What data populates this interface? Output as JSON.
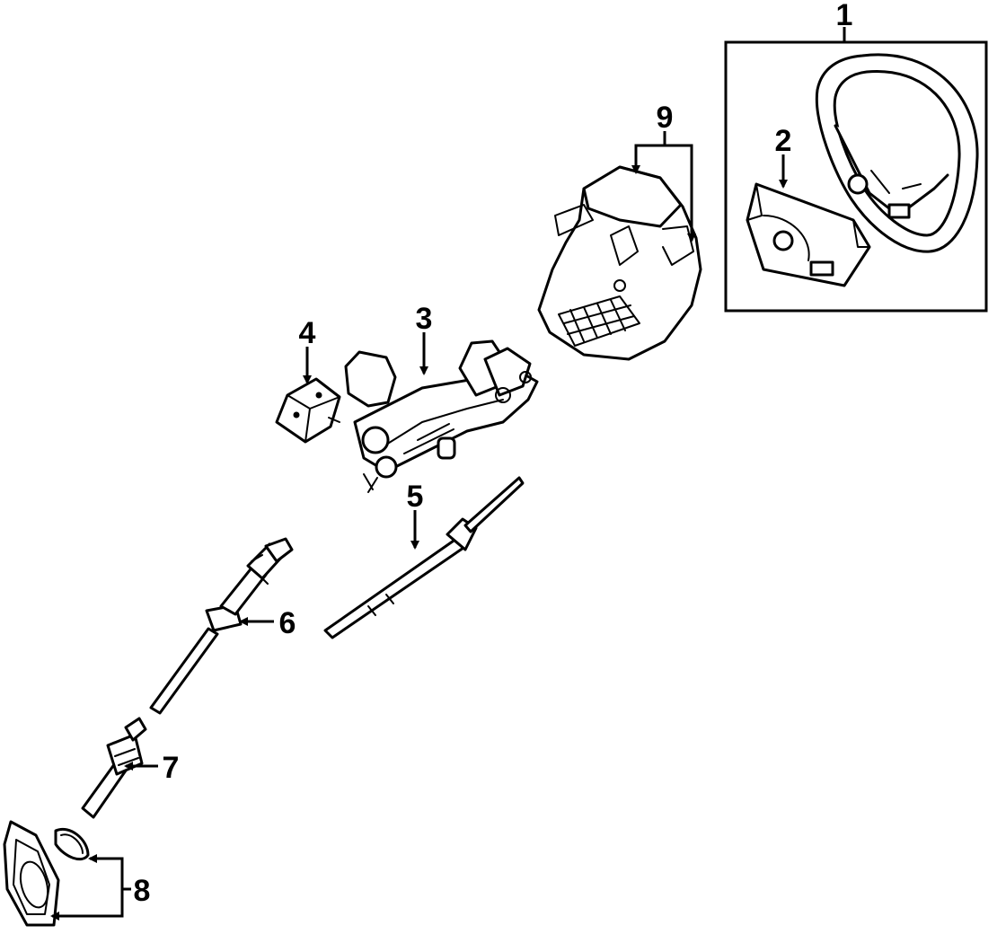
{
  "diagram": {
    "callouts": [
      {
        "id": "1",
        "label": "1"
      },
      {
        "id": "2",
        "label": "2"
      },
      {
        "id": "3",
        "label": "3"
      },
      {
        "id": "4",
        "label": "4"
      },
      {
        "id": "5",
        "label": "5"
      },
      {
        "id": "6",
        "label": "6"
      },
      {
        "id": "7",
        "label": "7"
      },
      {
        "id": "8",
        "label": "8"
      },
      {
        "id": "9",
        "label": "9"
      }
    ],
    "line_color": "#000000",
    "background": "#ffffff"
  }
}
